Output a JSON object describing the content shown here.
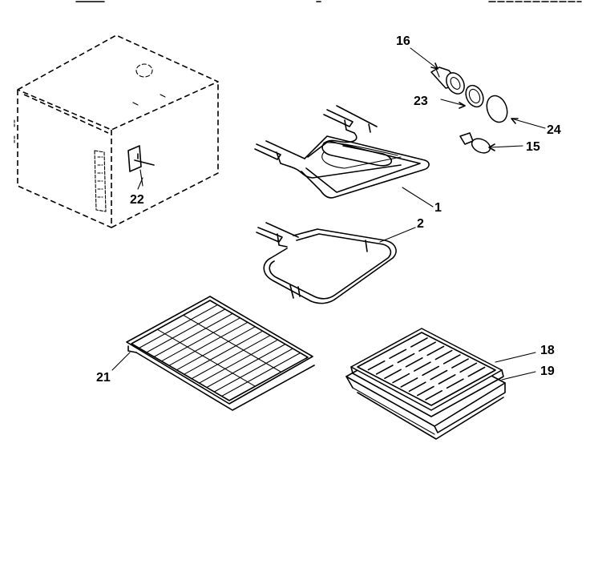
{
  "parts": [
    {
      "id": "oven-cavity",
      "callouts": []
    },
    {
      "id": "bake-element",
      "callout": "1"
    },
    {
      "id": "broil-element",
      "callout": "2"
    },
    {
      "id": "lamp-socket",
      "callout": "16"
    },
    {
      "id": "lamp-gasket",
      "callout": "23"
    },
    {
      "id": "lamp-lens",
      "callout": "24"
    },
    {
      "id": "light-bulb",
      "callout": "15"
    },
    {
      "id": "oven-rack",
      "callout": "21"
    },
    {
      "id": "broiler-grid",
      "callout": "18"
    },
    {
      "id": "broiler-pan",
      "callout": "19"
    },
    {
      "id": "sensor-bracket",
      "callout": "22"
    }
  ],
  "labels": {
    "l1": "1",
    "l2": "2",
    "l15": "15",
    "l16": "16",
    "l18": "18",
    "l19": "19",
    "l21": "21",
    "l22": "22",
    "l23": "23",
    "l24": "24"
  },
  "colors": {
    "ink": "#000000",
    "paper": "#ffffff"
  }
}
